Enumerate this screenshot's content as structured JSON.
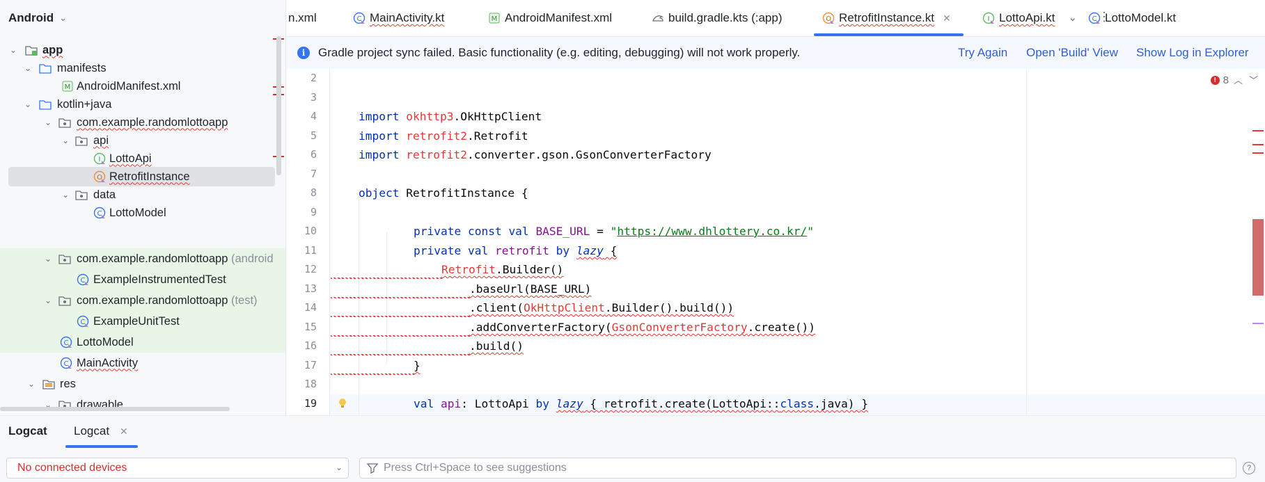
{
  "project_panel": {
    "title": "Android",
    "tree": [
      {
        "label": "app",
        "icon": "module-folder-icon"
      },
      {
        "label": "manifests",
        "icon": "folder-icon"
      },
      {
        "label": "AndroidManifest.xml",
        "icon": "manifest-file-icon"
      },
      {
        "label": "kotlin+java",
        "icon": "folder-icon"
      },
      {
        "label": "com.example.randomlottoapp",
        "icon": "package-icon"
      },
      {
        "label": "api",
        "icon": "package-icon"
      },
      {
        "label": "LottoApi",
        "icon": "kotlin-interface-icon"
      },
      {
        "label": "RetrofitInstance",
        "icon": "kotlin-object-icon"
      },
      {
        "label": "data",
        "icon": "package-icon"
      },
      {
        "label": "LottoModel",
        "icon": "kotlin-class-icon"
      },
      {
        "label": "com.example.randomlottoapp",
        "suffix": "(android",
        "icon": "package-icon"
      },
      {
        "label": "ExampleInstrumentedTest",
        "icon": "kotlin-class-icon"
      },
      {
        "label": "com.example.randomlottoapp",
        "suffix": "(test)",
        "icon": "package-icon"
      },
      {
        "label": "ExampleUnitTest",
        "icon": "kotlin-class-icon"
      },
      {
        "label": "LottoModel",
        "icon": "kotlin-class-icon"
      },
      {
        "label": "MainActivity",
        "icon": "kotlin-class-icon"
      },
      {
        "label": "res",
        "icon": "resource-folder-icon"
      },
      {
        "label": "drawable",
        "icon": "package-icon"
      }
    ]
  },
  "tabs": [
    {
      "label": "n.xml"
    },
    {
      "label": "MainActivity.kt"
    },
    {
      "label": "AndroidManifest.xml"
    },
    {
      "label": "build.gradle.kts (:app)"
    },
    {
      "label": "RetrofitInstance.kt",
      "active": true
    },
    {
      "label": "LottoApi.kt"
    },
    {
      "label": "LottoModel.kt"
    }
  ],
  "banner": {
    "message": "Gradle project sync failed. Basic functionality (e.g. editing, debugging) will not work properly.",
    "try_again": "Try Again",
    "open_build": "Open 'Build' View",
    "show_log": "Show Log in Explorer"
  },
  "editor": {
    "error_count": "8",
    "line_numbers": [
      "2",
      "3",
      "4",
      "5",
      "6",
      "7",
      "8",
      "9",
      "10",
      "11",
      "12",
      "13",
      "14",
      "15",
      "16",
      "17",
      "18",
      "19"
    ],
    "lines": {
      "l4_kw": "import",
      "l4_pkg": "okhttp3",
      "l4_rest": ".OkHttpClient",
      "l5_kw": "import",
      "l5_pkg": "retrofit2",
      "l5_rest": ".Retrofit",
      "l6_kw": "import",
      "l6_pkg": "retrofit2",
      "l6_rest": ".converter.gson.GsonConverterFactory",
      "l8_kw": "object",
      "l8_rest": " RetrofitInstance {",
      "l10_kw": "private const val",
      "l10_name": "BASE_URL",
      "l10_eq": " = ",
      "l10_q1": "\"",
      "l10_url": "https://www.dhlottery.co.kr/",
      "l10_q2": "\"",
      "l11_kw": "private val",
      "l11_name": "retrofit",
      "l11_by": " by ",
      "l11_lazy": "lazy",
      "l11_brace": " {",
      "l12_cls": "Retrofit",
      "l12_rest": ".Builder()",
      "l13": ".baseUrl(BASE_URL)",
      "l14_a": ".client(",
      "l14_cls": "OkHttpClient",
      "l14_b": ".Builder().build())",
      "l15_a": ".addConverterFactory(",
      "l15_cls": "GsonConverterFactory",
      "l15_b": ".create())",
      "l16": ".build()",
      "l17": "}",
      "l19_kw": "val",
      "l19_name": "api",
      "l19_colon": ": LottoApi ",
      "l19_by": "by",
      "l19_lazy": "lazy",
      "l19_a": " { retrofit.create(LottoApi::",
      "l19_class": "class",
      "l19_b": ".java) }"
    }
  },
  "logcat": {
    "title": "Logcat",
    "tab_label": "Logcat",
    "device_select": "No connected devices",
    "filter_placeholder": "Press Ctrl+Space to see suggestions",
    "help": "?"
  },
  "colors": {
    "accent": "#3574f0",
    "error": "#d32f2f",
    "keyword": "#0033b3",
    "property": "#871094",
    "string": "#067d17"
  }
}
